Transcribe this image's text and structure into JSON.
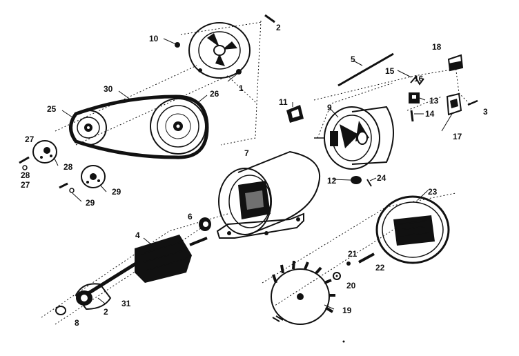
{
  "callouts": [
    {
      "id": "c10a",
      "text": "10"
    },
    {
      "id": "c2a",
      "text": "2"
    },
    {
      "id": "c1",
      "text": "1"
    },
    {
      "id": "c30",
      "text": "30"
    },
    {
      "id": "c26",
      "text": "26"
    },
    {
      "id": "c25",
      "text": "25"
    },
    {
      "id": "c27a",
      "text": "27"
    },
    {
      "id": "c28a",
      "text": "28"
    },
    {
      "id": "c28b",
      "text": "28"
    },
    {
      "id": "c27b",
      "text": "27"
    },
    {
      "id": "c29a",
      "text": "29"
    },
    {
      "id": "c29b",
      "text": "29"
    },
    {
      "id": "c5",
      "text": "5"
    },
    {
      "id": "c11",
      "text": "11"
    },
    {
      "id": "c9",
      "text": "9"
    },
    {
      "id": "c18",
      "text": "18"
    },
    {
      "id": "c15",
      "text": "15"
    },
    {
      "id": "c16",
      "text": "16"
    },
    {
      "id": "c13",
      "text": "13"
    },
    {
      "id": "c14",
      "text": "14"
    },
    {
      "id": "c3",
      "text": "3"
    },
    {
      "id": "c17",
      "text": "17"
    },
    {
      "id": "c12",
      "text": "12"
    },
    {
      "id": "c24",
      "text": "24"
    },
    {
      "id": "c7",
      "text": "7"
    },
    {
      "id": "c23",
      "text": "23"
    },
    {
      "id": "c6",
      "text": "6"
    },
    {
      "id": "c4",
      "text": "4"
    },
    {
      "id": "c21",
      "text": "21"
    },
    {
      "id": "c22",
      "text": "22"
    },
    {
      "id": "c20",
      "text": "20"
    },
    {
      "id": "c31",
      "text": "31"
    },
    {
      "id": "c2b",
      "text": "2"
    },
    {
      "id": "c8",
      "text": "8"
    },
    {
      "id": "c19",
      "text": "19"
    }
  ]
}
